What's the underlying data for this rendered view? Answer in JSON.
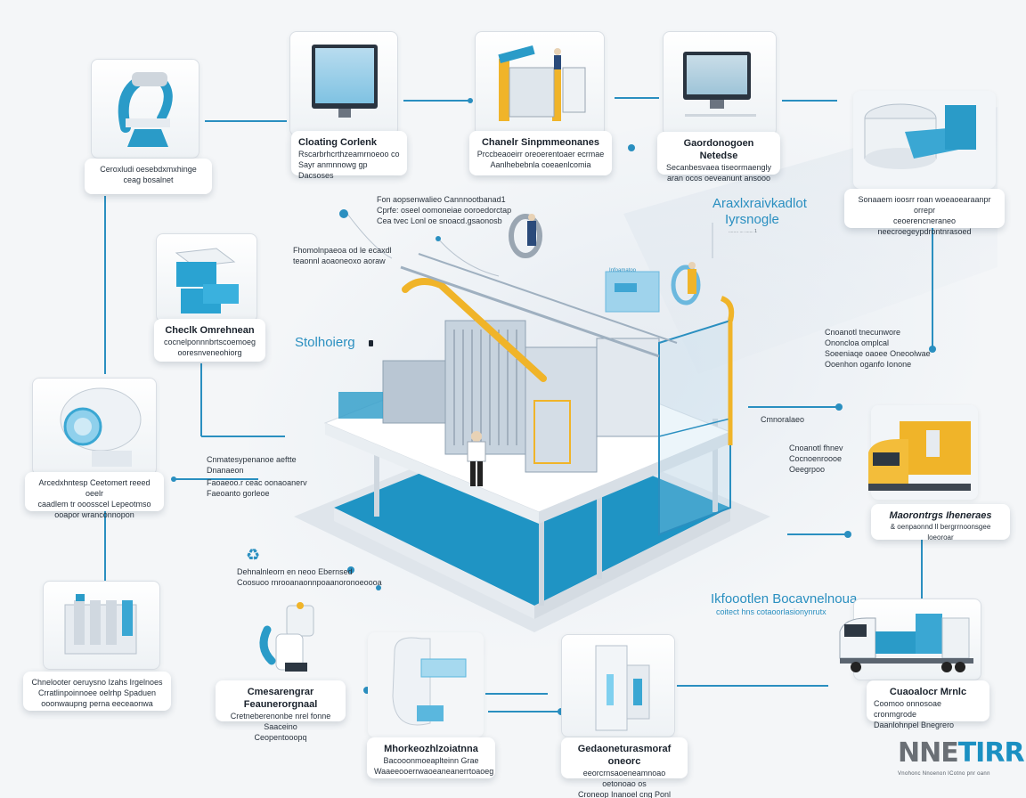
{
  "diagram": {
    "type": "infographic",
    "theme_colors": {
      "accent": "#2a8fc0",
      "highlight": "#f0b429",
      "background": "#f4f6f8"
    },
    "center_illustration": "isometric automated factory / laboratory cutaway with workers and robotic arms",
    "section_titles": {
      "top_right": {
        "line1": "Araxlxraivkadlot",
        "line2": "Iyrsnogle",
        "sub": "........ ... ....... 1"
      },
      "left_mid": "Stolhoierg",
      "bottom_right": {
        "line1": "Ikfoootlen Bocavnelnoua",
        "line2": "coitect hns cotaoorlasionynrutx"
      }
    },
    "cards": [
      {
        "id": "top-left-device",
        "icon": "robotic-scanner-icon",
        "title": "",
        "lines": [
          "Ceroxludi oesebdxmxhinge",
          "ceag bosalnet"
        ]
      },
      {
        "id": "top-monitor",
        "icon": "monitor-dashboard-icon",
        "title": "Cloating Corlenk",
        "lines": [
          "Rscarbrhcrthzeamrnoeoo co",
          "Sayr anmnnowg gp Dacsoses"
        ]
      },
      {
        "id": "top-machine",
        "icon": "industrial-machine-icon",
        "title": "Chanelr Sinpmmeonanes",
        "lines": [
          "Prccbeaoeirr oreoerentoaer ecrmae",
          "Aanlhebebnla coeaenlcomia"
        ]
      },
      {
        "id": "top-computer",
        "icon": "desktop-computer-icon",
        "title": "Gaordonogoen Netedse",
        "lines": [
          "Secanbesvaea tiseormaengly",
          "aran ocos oeveanunt ansooo"
        ]
      },
      {
        "id": "top-right-reactor",
        "icon": "reactor-vessel-icon",
        "title": "",
        "lines": [
          "Sonaaem ioosrr roan woeaoearaanpr orrepr",
          "ceoerencneraneo neecroegeypdrontnrasoed"
        ]
      },
      {
        "id": "left-files",
        "icon": "document-stack-icon",
        "title": "Checlk Omrehnean",
        "lines": [
          "cocnelponnnbrtscoemoeg",
          "ooresnveneohiorg"
        ]
      },
      {
        "id": "left-capsule",
        "icon": "capsule-device-icon",
        "title": "",
        "lines": [
          "Arcedxhntesp Ceetomert reeed oeelr",
          "caadlem tr ooosscel Lepeotmso",
          "ooapor wranconnopon"
        ]
      },
      {
        "id": "right-truck",
        "icon": "yellow-truck-icon",
        "title": "Maorontrgs Iheneraes",
        "lines": [
          "& oenpaonnd Il bergrrnoonsgee loeoroar"
        ]
      },
      {
        "id": "bottom-left-equipment",
        "icon": "lab-equipment-icon",
        "title": "",
        "lines": [
          "Chnelooter oeruysno Izahs Irgelnoes",
          "Crratlinpoinnoee oelrhp Spaduen",
          "ooonwaupng perna eeceaonwa"
        ]
      },
      {
        "id": "bottom-robot",
        "icon": "robot-arm-icon",
        "title": "Cmesarengrar Feaunerorgnaal",
        "lines": [
          "Cretneberenonbe nrel fonne Saaceino",
          "Ceopentooopq"
        ]
      },
      {
        "id": "bottom-scanner",
        "icon": "medical-scanner-icon",
        "title": "Mhorkeozhlzoiatnna",
        "lines": [
          "Bacooonmoeaplteinn Grae",
          "Waaeeooerrwaoeaneanerrtoaoeg"
        ]
      },
      {
        "id": "bottom-cabinet",
        "icon": "server-cabinet-icon",
        "title": "Gedaoneturasmoraf oneorc",
        "lines": [
          "eeorcrnsaoeneamnoao oetonoao os",
          "Croneop Inanoel cng Ponl"
        ]
      },
      {
        "id": "bottom-right-truck",
        "icon": "blue-truck-icon",
        "title": "Cuaoalocr Mrnlc",
        "lines": [
          "Coomoo onnosoae cronmgrode",
          "Daanlohnpel Bnegrero"
        ]
      }
    ],
    "annotations": [
      {
        "id": "top-center-note",
        "lines": [
          "Fon aopsenwalieo Cannnootbanad1",
          "Cprfe: oseel oomoneiae ooroedorctap",
          "Cea tvec Lonl oe snoacd.gsaonosb"
        ]
      },
      {
        "id": "left-center-note",
        "lines": [
          "Fhomolnpaeoa od le ecaxdl",
          "teaonnl aoaoneoxo aoraw"
        ]
      },
      {
        "id": "right-note-1",
        "lines": [
          "Cnoanotl tnecunwore",
          "Ononcloa omplcal",
          "Soeeniaqe oaoee Oneoolwae",
          "Ooenhon oganfo Ionone"
        ]
      },
      {
        "id": "right-note-2",
        "lines": [
          "Cmnoralaeo"
        ]
      },
      {
        "id": "right-note-3",
        "lines": [
          "Cnoanotl fhnev",
          "Cocnoenroooe",
          "Oeegrpoo"
        ]
      },
      {
        "id": "left-note-1",
        "lines": [
          "Cnmatesypenanoe aeftte",
          "Dnanaeon"
        ]
      },
      {
        "id": "left-note-2",
        "lines": [
          "Faoaeoo.r ceac oonaoanerv",
          "Faeoanto gorleoe"
        ]
      },
      {
        "id": "center-bottom-note",
        "lines": [
          "Dehnalnleorn en neoo Ebernsed",
          "Coosuoo rnrooanaonnpoaanoronoeoooa"
        ]
      },
      {
        "id": "screen-label",
        "lines": [
          "Infoamatoo"
        ]
      }
    ],
    "logo": {
      "part1": "NNE",
      "part2": "TIRRUO",
      "subtitle": "Vnohonc   Nnoenon   ICotno   pnr oann"
    }
  }
}
